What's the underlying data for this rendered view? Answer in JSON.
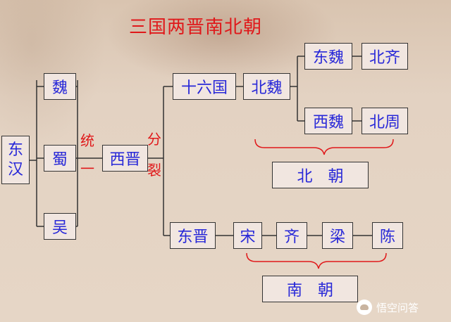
{
  "title": "三国两晋南北朝",
  "nodes": {
    "donghan_1": "东",
    "donghan_2": "汉",
    "wei": "魏",
    "shu": "蜀",
    "wu": "吴",
    "xijin": "西晋",
    "shiliuguo": "十六国",
    "beiwei": "北魏",
    "dongwei": "东魏",
    "beiqi": "北齐",
    "xiwei": "西魏",
    "beizhou": "北周",
    "beichao": "北　朝",
    "dongjin": "东晋",
    "song": "宋",
    "qi": "齐",
    "liang": "梁",
    "chen": "陈",
    "nanchao": "南　朝"
  },
  "labels": {
    "tongyi_1": "统",
    "tongyi_2": "一",
    "fenlie_1": "分",
    "fenlie_2": "裂"
  },
  "watermark": "悟空问答",
  "colors": {
    "title": "#e0181a",
    "node_text": "#2828d8",
    "brace": "#e0181a",
    "line": "#333333"
  }
}
